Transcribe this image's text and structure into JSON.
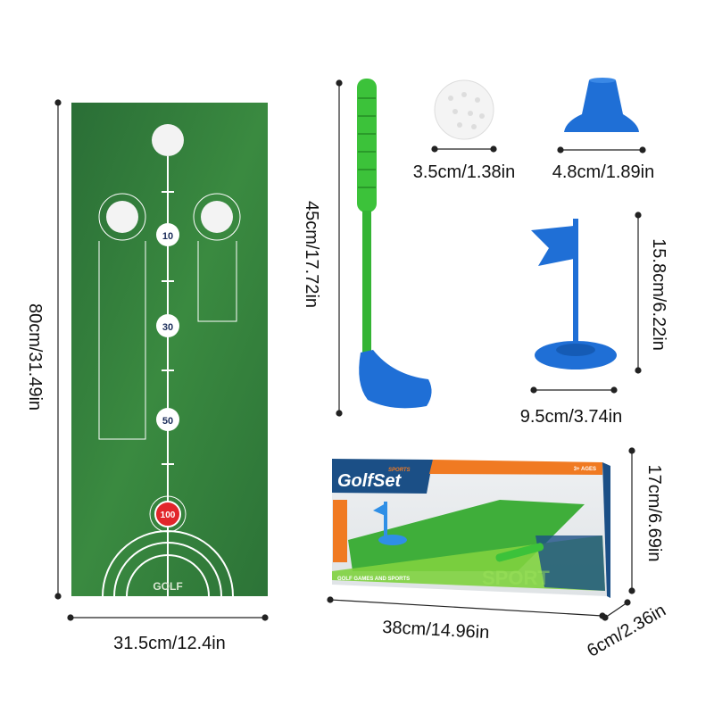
{
  "mat": {
    "markers": [
      "10",
      "30",
      "50",
      "100"
    ],
    "logo": "GOLF",
    "width_label": "31.5cm/12.4in",
    "height_label": "80cm/31.49in"
  },
  "club": {
    "length_label": "45cm/17.72in"
  },
  "ball": {
    "size_label": "3.5cm/1.38in"
  },
  "tee": {
    "size_label": "4.8cm/1.89in"
  },
  "flag": {
    "height_label": "15.8cm/6.22in",
    "base_label": "9.5cm/3.74in"
  },
  "box": {
    "brand": "GolfSet",
    "brand_sub": "SPORTS",
    "age": "3+ AGES",
    "tagline": "GOLF GAMES AND SPORTS",
    "watermark": "SPORT",
    "length_label": "38cm/14.96in",
    "height_label": "17cm/6.69in",
    "depth_label": "6cm/2.36in"
  },
  "colors": {
    "mat_green": "#2f7a3a",
    "blue": "#1f6fd6",
    "grip_green": "#3cc23a",
    "orange": "#f07a22",
    "navy": "#1b4f86"
  }
}
